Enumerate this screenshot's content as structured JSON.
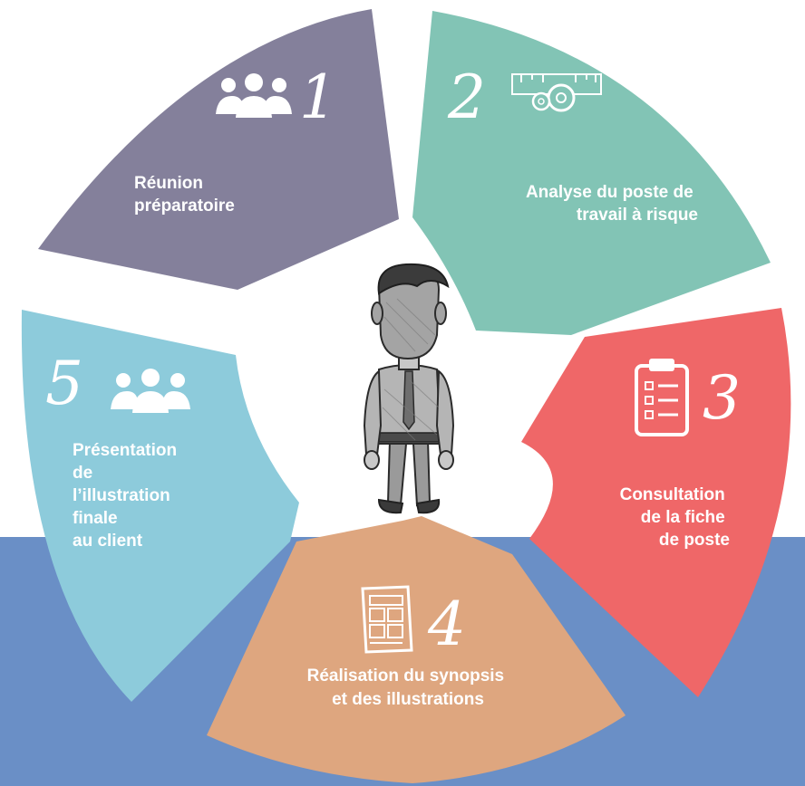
{
  "colors": {
    "band": "#6a8fc6",
    "white": "#ffffff",
    "ink": "#2b2b2b",
    "figure_fill": "#a4a4a4"
  },
  "segments": [
    {
      "number": "1",
      "color": "#84809b",
      "label_lines": [
        "Réunion",
        "préparatoire"
      ],
      "icon": "group-of-people-icon"
    },
    {
      "number": "2",
      "color": "#82c4b5",
      "label_lines": [
        "Analyse du poste de",
        "travail à risque"
      ],
      "icon": "ruler-gears-icon"
    },
    {
      "number": "3",
      "color": "#ef6768",
      "label_lines": [
        "Consultation",
        "de la fiche",
        "de poste"
      ],
      "icon": "clipboard-checklist-icon"
    },
    {
      "number": "4",
      "color": "#dea67f",
      "label_lines": [
        "Réalisation du synopsis",
        "et des illustrations"
      ],
      "icon": "storyboard-document-icon"
    },
    {
      "number": "5",
      "color": "#8dcbdb",
      "label_lines": [
        "Présentation",
        "de",
        "l’illustration",
        "finale",
        "au client"
      ],
      "icon": "group-of-people-icon"
    }
  ],
  "center": {
    "icon": "sketched-businessman-icon"
  }
}
